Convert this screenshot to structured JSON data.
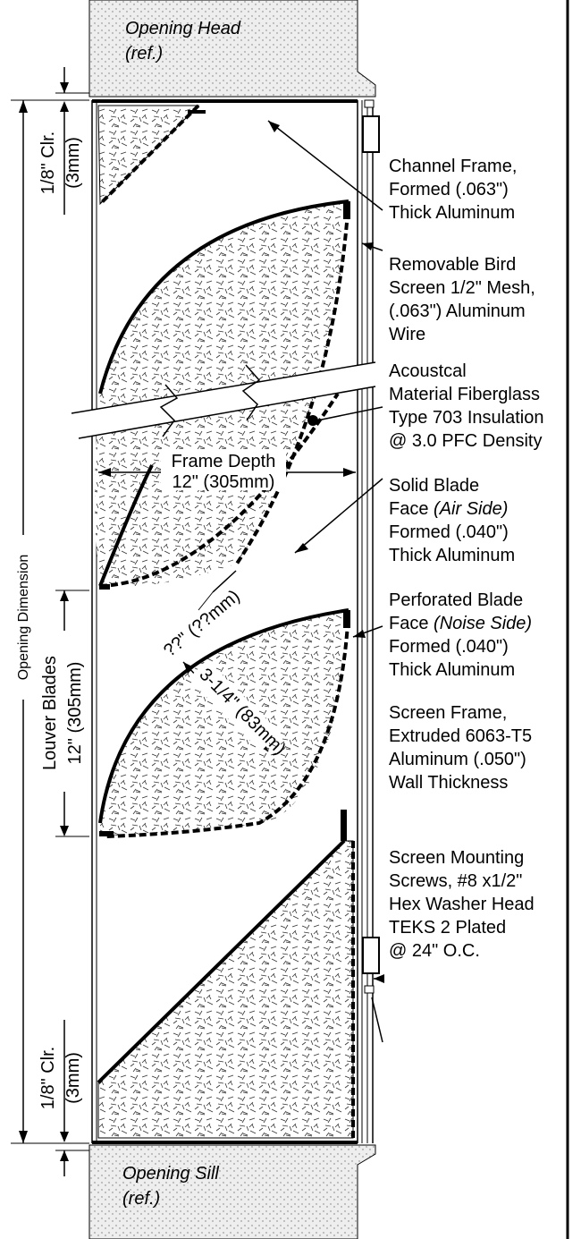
{
  "opening": {
    "head_title": "Opening Head",
    "head_ref": "(ref.)",
    "sill_title": "Opening Sill",
    "sill_ref": "(ref.)"
  },
  "dimensions": {
    "top_clearance": "1/8\" Clr.",
    "top_clearance_mm": "(3mm)",
    "bottom_clearance": "1/8\" Clr.",
    "bottom_clearance_mm": "(3mm)",
    "opening_dimension": "Opening Dimension",
    "louver_blades": "Louver Blades",
    "louver_blades_size": "12\" (305mm)",
    "frame_depth": "Frame Depth",
    "frame_depth_size": "12\" (305mm)",
    "blade_gap": "??\" (??mm)",
    "blade_thickness": "3-1/4\" (83mm)"
  },
  "callouts": [
    {
      "id": "channel-frame",
      "lines": [
        "Channel Frame,",
        "Formed (.063\")",
        "Thick Aluminum"
      ]
    },
    {
      "id": "bird-screen",
      "lines": [
        "Removable Bird",
        "Screen 1/2\" Mesh,",
        "(.063\") Aluminum",
        "Wire"
      ]
    },
    {
      "id": "acoustical-material",
      "lines": [
        "Acoustcal",
        "Material Fiberglass",
        "Type 703 Insulation",
        "@ 3.0 PFC Density"
      ]
    },
    {
      "id": "solid-blade-face",
      "lines": [
        "Solid Blade",
        "Face ",
        "Formed (.040\")",
        "Thick Aluminum"
      ],
      "italic": "(Air Side)"
    },
    {
      "id": "perforated-blade-face",
      "lines": [
        "Perforated Blade",
        "Face ",
        "Formed (.040\")",
        "Thick Aluminum"
      ],
      "italic": "(Noise Side)"
    },
    {
      "id": "screen-frame",
      "lines": [
        "Screen Frame,",
        "Extruded 6063-T5",
        "Aluminum (.050\")",
        "Wall Thickness"
      ]
    },
    {
      "id": "mounting-screws",
      "lines": [
        "Screen Mounting",
        "Screws, #8 x1/2\"",
        "Hex Washer Head",
        "TEKS 2 Plated",
        "@ 24\" O.C."
      ]
    }
  ],
  "colors": {
    "line": "#000000",
    "fill": "#f3f3f3",
    "background": "#ffffff"
  }
}
